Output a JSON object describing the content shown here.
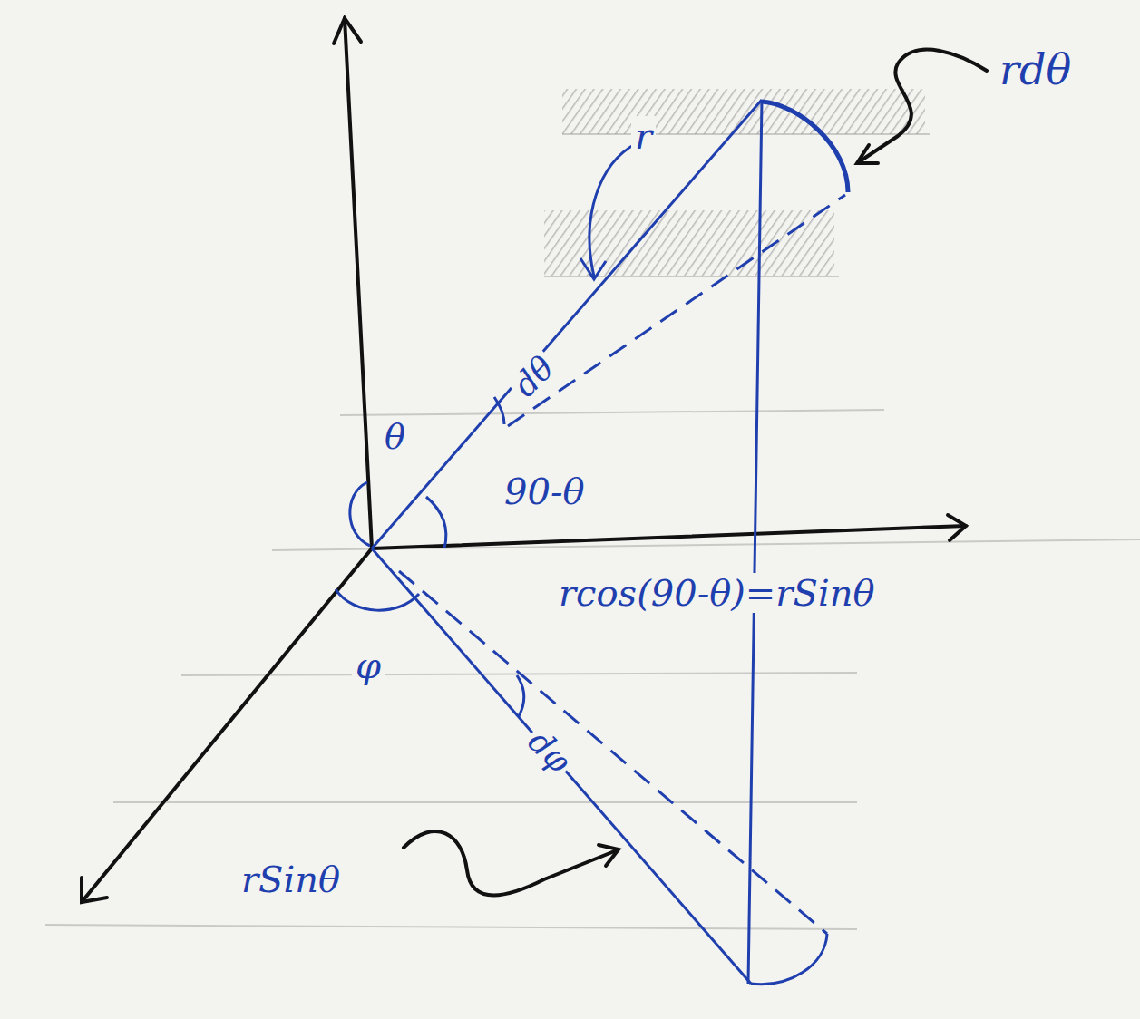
{
  "diagram": {
    "labels": [
      "rdθ",
      "r",
      "θ",
      "dθ",
      "90-θ",
      "rcos(90-θ)=rSinθ",
      "φ",
      "dφ",
      "rSinθ"
    ]
  }
}
